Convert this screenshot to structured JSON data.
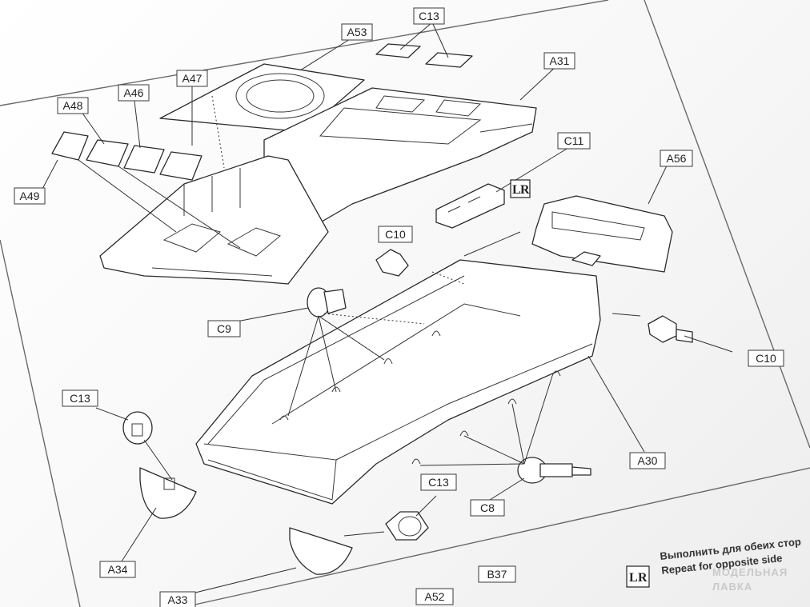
{
  "labels": {
    "a53": "A53",
    "c13_top": "C13",
    "a31": "A31",
    "a47": "A47",
    "a46": "A46",
    "a48": "A48",
    "a49": "A49",
    "c11": "C11",
    "a56": "A56",
    "c10_upper": "C10",
    "c9": "C9",
    "c10_right": "C10",
    "c13_left": "C13",
    "a30": "A30",
    "c13_bottom": "C13",
    "c8": "C8",
    "a34": "A34",
    "a33": "A33",
    "a52": "A52",
    "b37": "B37"
  },
  "lr_mark": {
    "left": "L",
    "right": "R"
  },
  "note": {
    "line1": "Выполнить для обеих стор",
    "line2": "Repeat for opposite side"
  },
  "watermark": {
    "line1": "МОДЕЛЬНАЯ",
    "line2": "ЛАВКА"
  },
  "colors": {
    "ink": "#2b2b2b",
    "paper": "#ffffff",
    "frame": "#6a6a6a"
  }
}
